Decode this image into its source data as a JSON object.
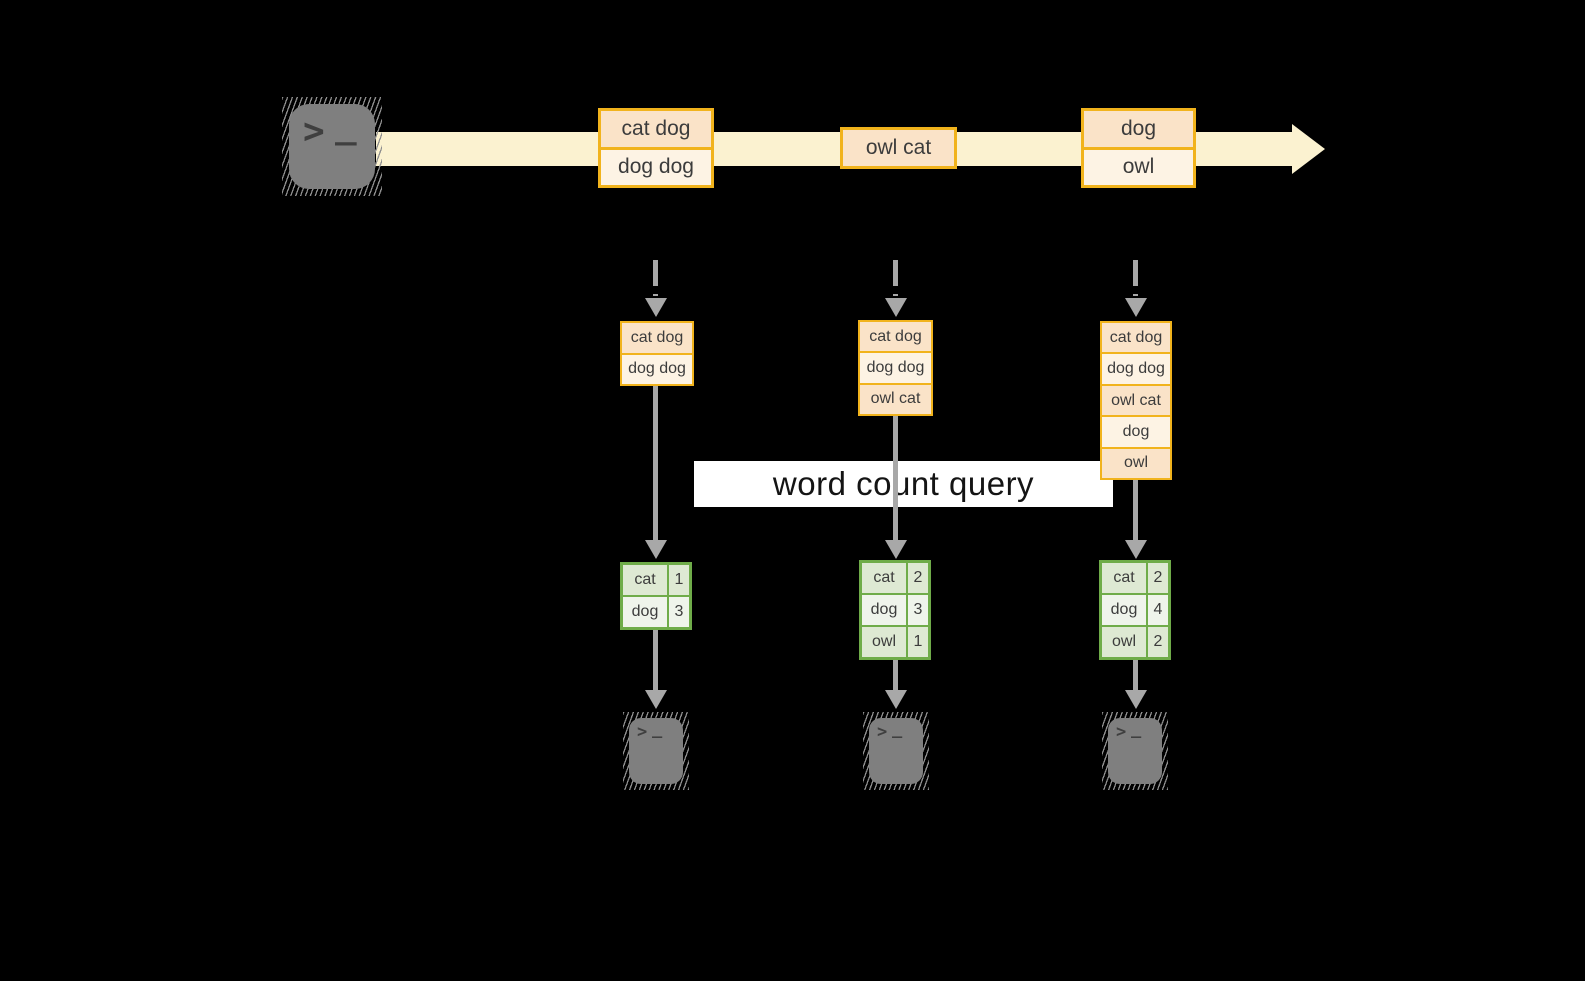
{
  "title": {
    "label": "word count query"
  },
  "terminal": {
    "chevron": ">",
    "cursor": "_"
  },
  "stream": {
    "batches": [
      {
        "rows": [
          "cat dog",
          "dog dog"
        ]
      },
      {
        "rows": [
          "owl cat"
        ]
      },
      {
        "rows": [
          "dog",
          "owl"
        ]
      }
    ]
  },
  "pipelines": [
    {
      "state": [
        "cat dog",
        "dog dog"
      ],
      "counts": [
        {
          "word": "cat",
          "count": "1"
        },
        {
          "word": "dog",
          "count": "3"
        }
      ]
    },
    {
      "state": [
        "cat dog",
        "dog dog",
        "owl cat"
      ],
      "counts": [
        {
          "word": "cat",
          "count": "2"
        },
        {
          "word": "dog",
          "count": "3"
        },
        {
          "word": "owl",
          "count": "1"
        }
      ]
    },
    {
      "state": [
        "cat dog",
        "dog dog",
        "owl cat",
        "dog",
        "owl"
      ],
      "counts": [
        {
          "word": "cat",
          "count": "2"
        },
        {
          "word": "dog",
          "count": "4"
        },
        {
          "word": "owl",
          "count": "2"
        }
      ]
    }
  ],
  "colors": {
    "bg": "#000000",
    "band": "#FBF2D0",
    "gold": "#F1B31C",
    "peach": "#FAE3C8",
    "cream": "#FDF3E4",
    "green": "#6FAC49",
    "green_a": "#DEE9D3",
    "green_b": "#EFF4EB",
    "gray": "#A8A8A8",
    "term_body": "#7F7F7F",
    "term_glyph": "#3F3F3F",
    "text": "#3C3C3C",
    "title_bg": "#FFFFFF",
    "title_text": "#141414"
  }
}
